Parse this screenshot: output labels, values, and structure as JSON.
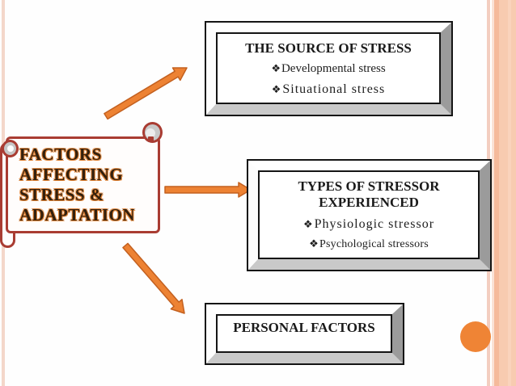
{
  "slide": {
    "kind": "presentation-diagram",
    "background": "#FEFEFE"
  },
  "scroll": {
    "title_lines": [
      "FACTORS",
      "AFFECTING",
      "STRESS &",
      "ADAPTATION"
    ]
  },
  "bullet_icon": "❖",
  "boxes": [
    {
      "id": "source-of-stress",
      "title": "THE SOURCE OF STRESS",
      "bullets": [
        "Developmental stress",
        "Situational stress"
      ]
    },
    {
      "id": "types-of-stressor",
      "title_line1": "TYPES OF STRESSOR",
      "title_line2": "EXPERIENCED",
      "bullets": [
        "Physiologic stressor",
        "Psychological stressors"
      ]
    },
    {
      "id": "personal-factors",
      "title": "PERSONAL FACTORS",
      "bullets": []
    }
  ],
  "colors": {
    "arrow_orange": "#ED8233",
    "arrow_outline": "#C3601F",
    "scroll_border_red": "#A93C32",
    "scroll_text_fill": "#33200E",
    "scroll_text_glow": "#E07E2E",
    "stripe_salmon": "#F5BA9B",
    "stripe_light_salmon": "#F8CBB0",
    "left_line_pink": "#F4D7CA",
    "circle_orange": "#EF8435",
    "bevel_side_gray": "#9B9B9B",
    "bevel_bottom_gray": "#C9C9C9",
    "box_border_black": "#151515"
  }
}
